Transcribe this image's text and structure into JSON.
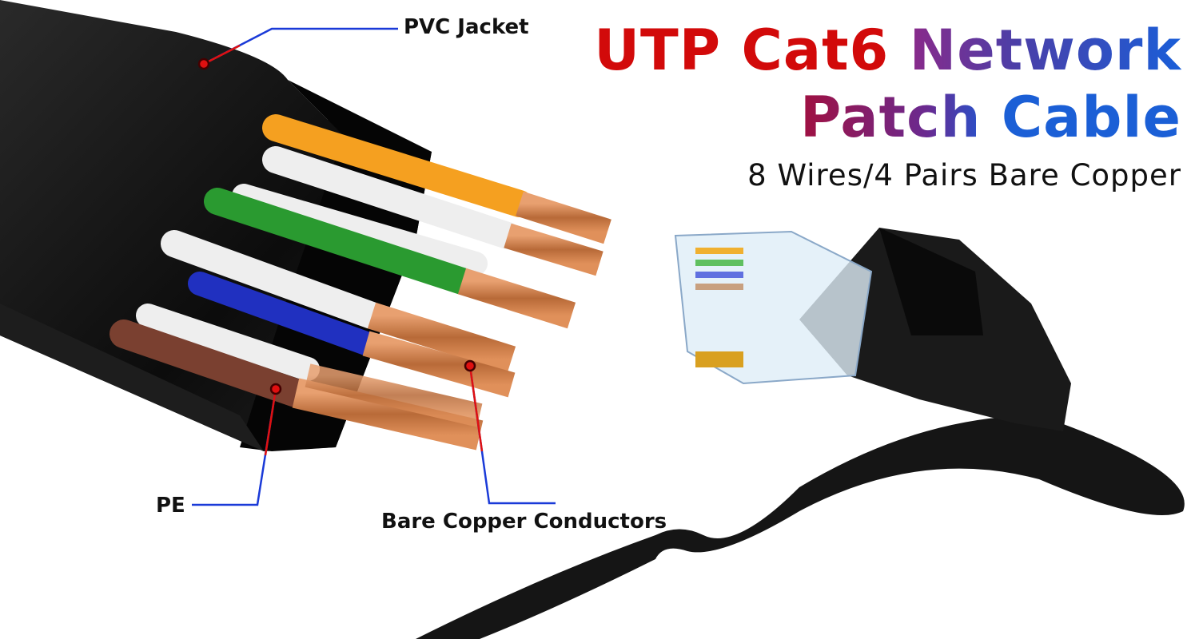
{
  "title": {
    "line1_part1": "UTP Cat6",
    "line1_part2": "Network",
    "line2_part1": "Patch",
    "line2_part2": "Cable",
    "subtitle": "8 Wires/4 Pairs Bare Copper"
  },
  "callouts": {
    "jacket": "PVC Jacket",
    "pe": "PE",
    "conductors": "Bare Copper Conductors"
  },
  "colors": {
    "title_red": "#d20a0a",
    "title_blue": "#1b5fd6",
    "callout_red": "#e01010",
    "callout_blue": "#1a3ad8",
    "copper": "#c8804a",
    "jacket": "#141414",
    "wire_orange": "#f5a020",
    "wire_green": "#2a9a30",
    "wire_blue": "#2030c0",
    "wire_brown": "#7a4030",
    "wire_white": "#f2f2f2"
  }
}
